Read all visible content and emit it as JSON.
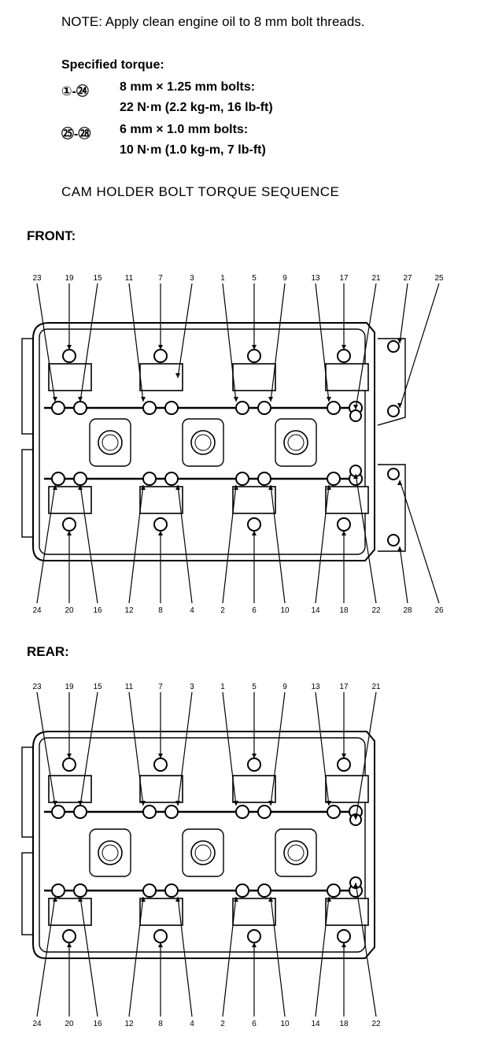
{
  "note": "NOTE:  Apply clean engine oil to 8 mm bolt threads.",
  "spec_title": "Specified torque:",
  "spec": [
    {
      "range": "①-㉔",
      "line1": "8 mm × 1.25 mm bolts:",
      "line2": "22 N·m (2.2 kg-m, 16 lb-ft)"
    },
    {
      "range": "㉕-㉘",
      "line1": "6 mm × 1.0 mm bolts:",
      "line2": "10 N·m (1.0 kg-m, 7 lb-ft)"
    }
  ],
  "sequence_title": "CAM HOLDER BOLT TORQUE SEQUENCE",
  "front": {
    "label": "FRONT:",
    "top_numbers": [
      "23",
      "19",
      "15",
      "11",
      "7",
      "3",
      "1",
      "5",
      "9",
      "13",
      "17",
      "21",
      "27",
      "25"
    ],
    "bottom_numbers": [
      "24",
      "20",
      "16",
      "12",
      "8",
      "4",
      "2",
      "6",
      "10",
      "14",
      "18",
      "22",
      "28",
      "26"
    ]
  },
  "rear": {
    "label": "REAR:",
    "top_numbers": [
      "23",
      "19",
      "15",
      "11",
      "7",
      "3",
      "1",
      "5",
      "9",
      "13",
      "17",
      "21"
    ],
    "bottom_numbers": [
      "24",
      "20",
      "16",
      "12",
      "8",
      "4",
      "2",
      "6",
      "10",
      "14",
      "18",
      "22"
    ]
  }
}
